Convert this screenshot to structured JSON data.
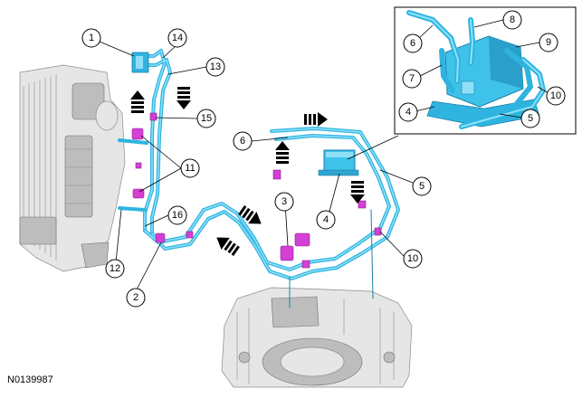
{
  "figure_code": "N0139987",
  "callouts": [
    {
      "id": "c1",
      "label": "1"
    },
    {
      "id": "c14",
      "label": "14"
    },
    {
      "id": "c13",
      "label": "13"
    },
    {
      "id": "c15",
      "label": "15"
    },
    {
      "id": "c11",
      "label": "11"
    },
    {
      "id": "c16",
      "label": "16"
    },
    {
      "id": "c12",
      "label": "12"
    },
    {
      "id": "c2",
      "label": "2"
    },
    {
      "id": "c3",
      "label": "3"
    },
    {
      "id": "c4",
      "label": "4"
    },
    {
      "id": "c5",
      "label": "5"
    },
    {
      "id": "c6",
      "label": "6"
    },
    {
      "id": "c10",
      "label": "10"
    }
  ],
  "inset_callouts": [
    {
      "id": "i8",
      "label": "8"
    },
    {
      "id": "i6",
      "label": "6"
    },
    {
      "id": "i9",
      "label": "9"
    },
    {
      "id": "i7",
      "label": "7"
    },
    {
      "id": "i10",
      "label": "10"
    },
    {
      "id": "i4",
      "label": "4"
    },
    {
      "id": "i5",
      "label": "5"
    }
  ],
  "colors": {
    "tube": "#2fb4e0",
    "clip": "#d43fd4",
    "metal": "#e6e6e6"
  }
}
